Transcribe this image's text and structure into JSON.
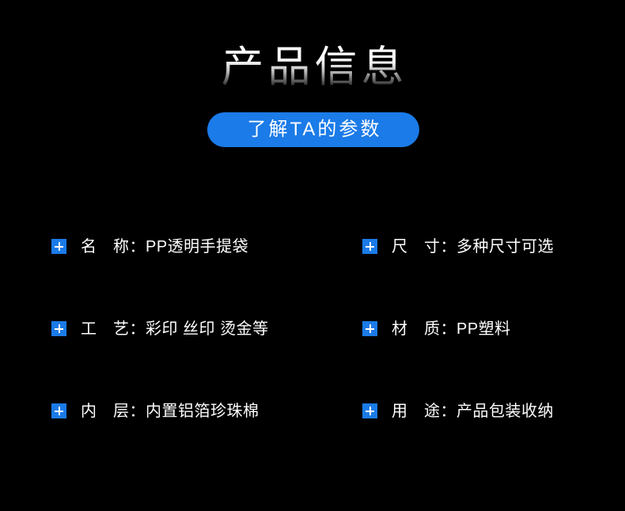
{
  "header": {
    "title": "产品信息",
    "cta_label": "了解TA的参数"
  },
  "colors": {
    "background": "#000000",
    "accent_blue": "#1b7be8",
    "text_white": "#ffffff"
  },
  "specs": {
    "icon_name": "plus-icon",
    "items": [
      {
        "text": "名　称：PP透明手提袋",
        "label": "名　称",
        "value": "PP透明手提袋",
        "column": "left"
      },
      {
        "text": "尺　寸：多种尺寸可选",
        "label": "尺　寸",
        "value": "多种尺寸可选",
        "column": "right"
      },
      {
        "text": "工　艺：彩印 丝印 烫金等",
        "label": "工　艺",
        "value": "彩印 丝印 烫金等",
        "column": "left"
      },
      {
        "text": "材　质：PP塑料",
        "label": "材　质",
        "value": "PP塑料",
        "column": "right"
      },
      {
        "text": "内　层：内置铝箔珍珠棉",
        "label": "内　层",
        "value": "内置铝箔珍珠棉",
        "column": "left"
      },
      {
        "text": "用　途：产品包装收纳",
        "label": "用　途",
        "value": "产品包装收纳",
        "column": "right"
      }
    ]
  }
}
